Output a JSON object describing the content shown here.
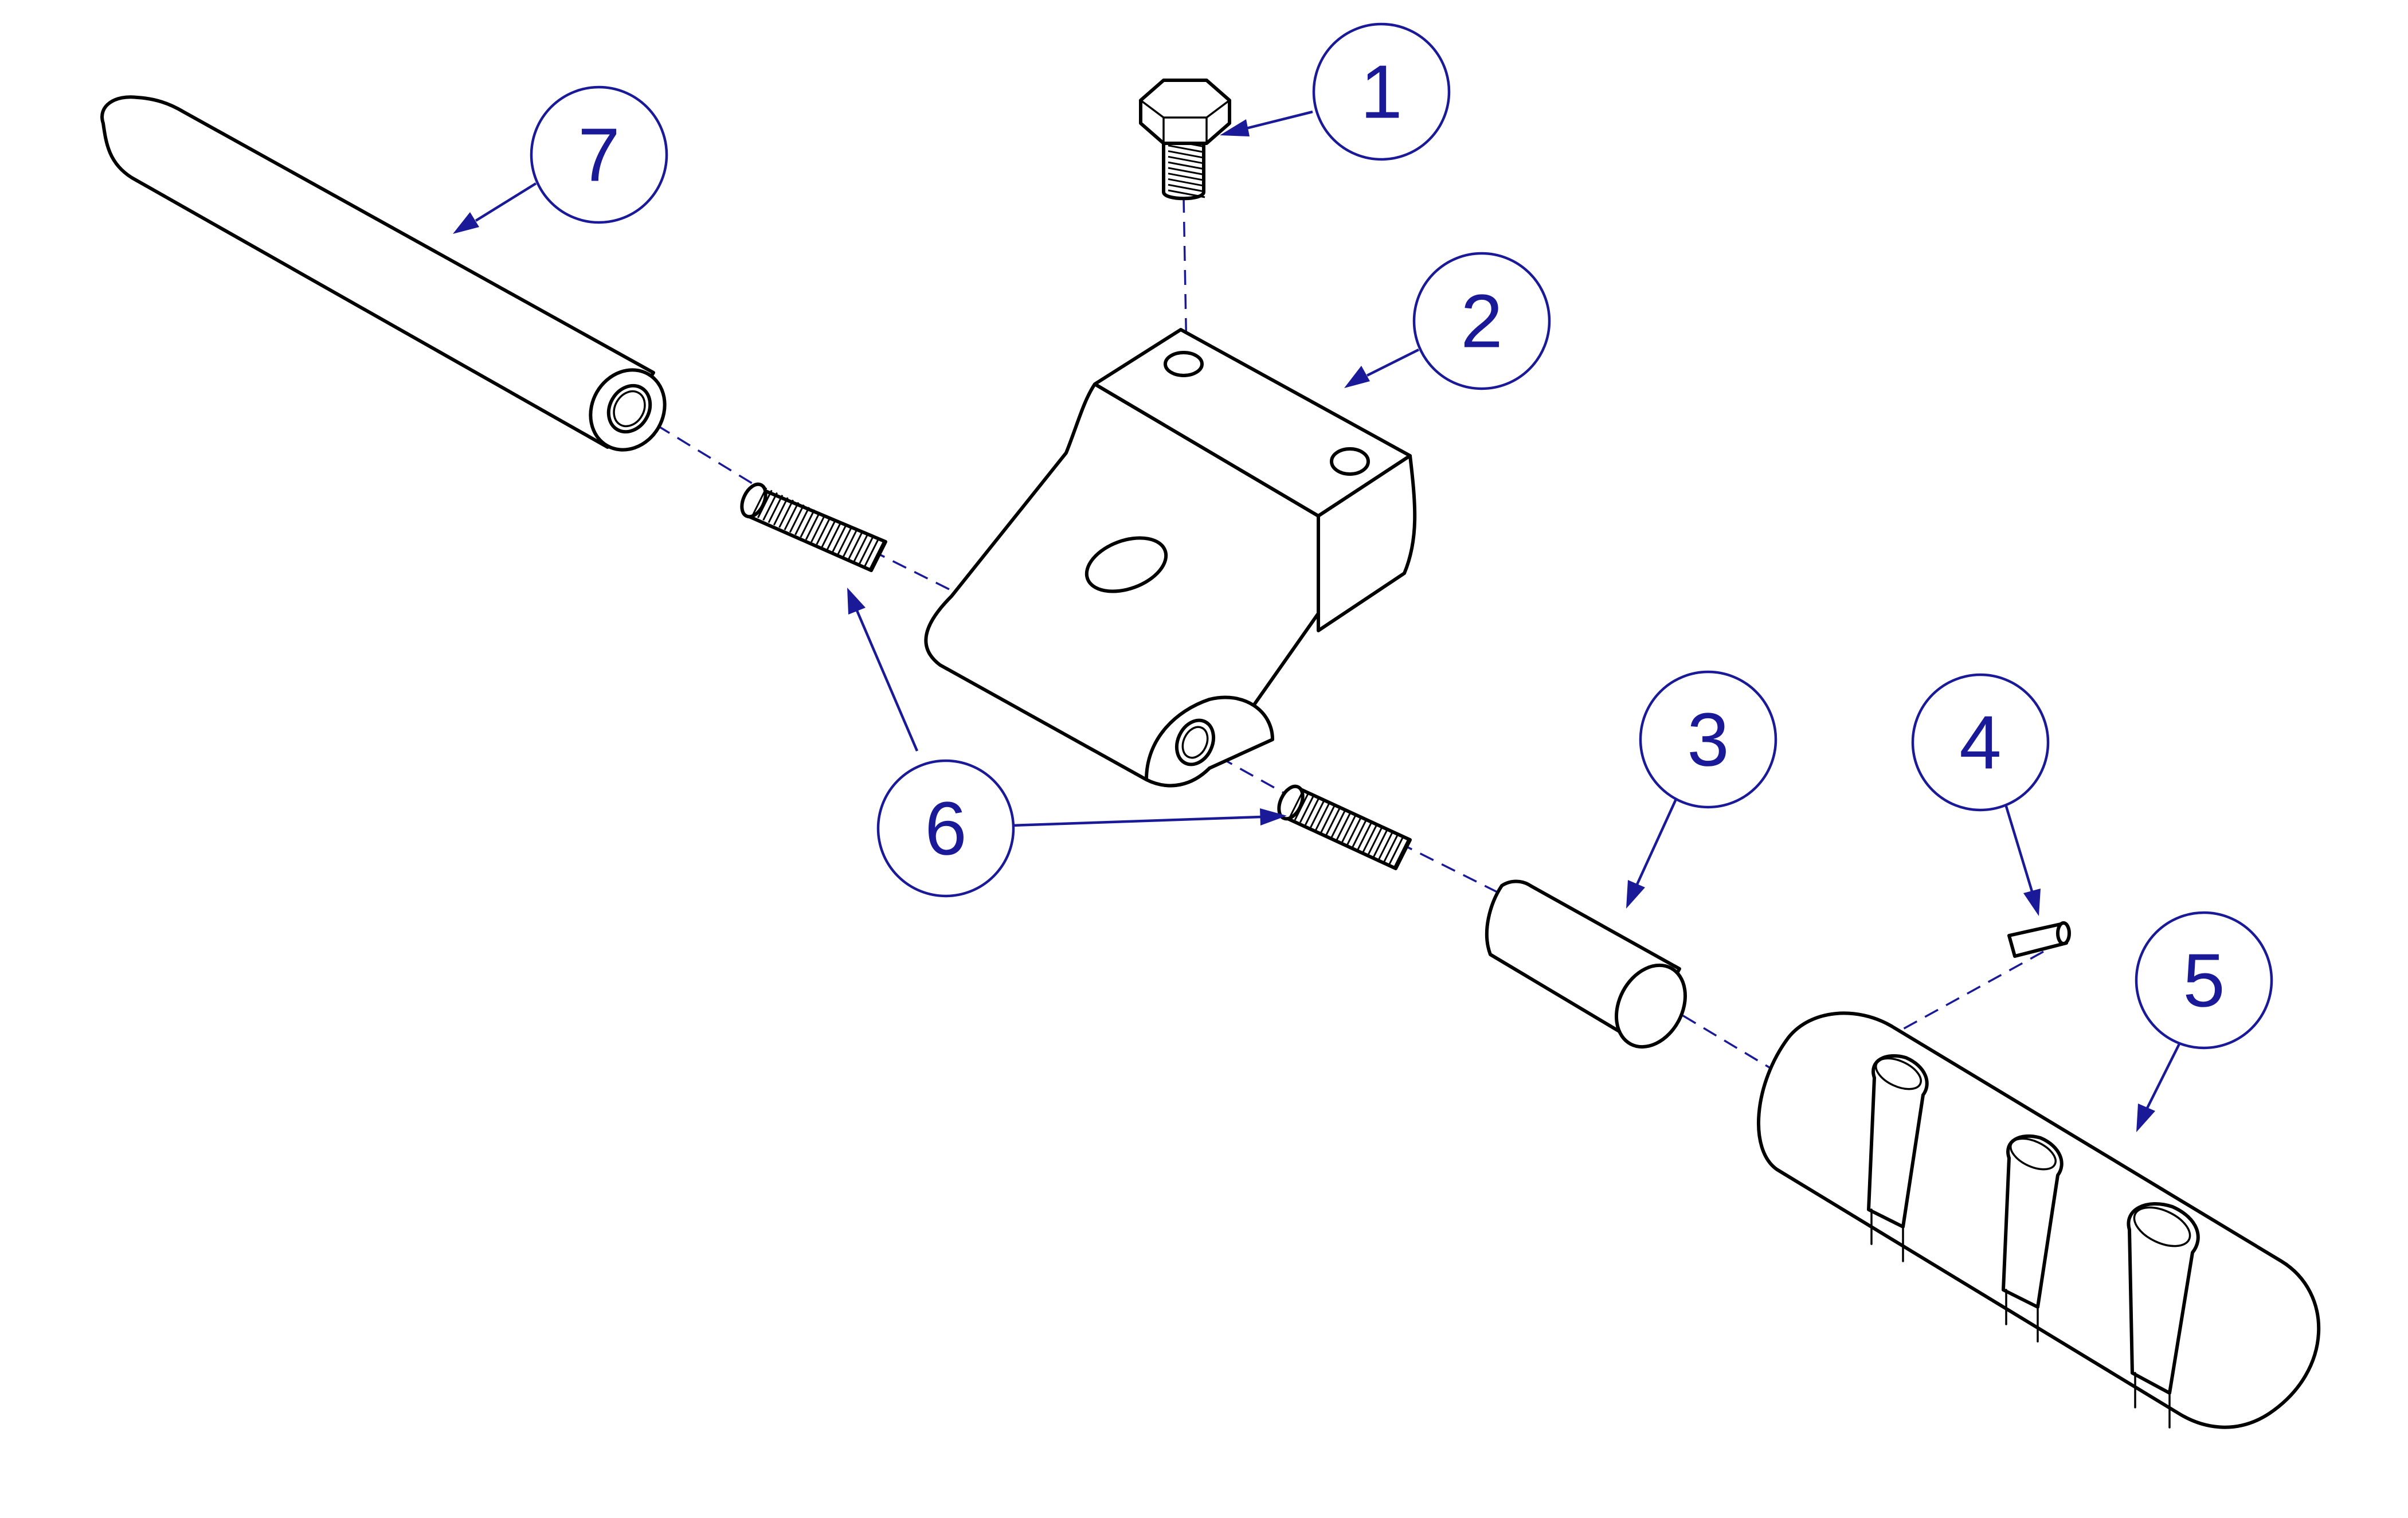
{
  "diagram": {
    "accent_color": "#1a1a99",
    "line_color": "#000000",
    "callouts": [
      {
        "label": "1"
      },
      {
        "label": "2"
      },
      {
        "label": "3"
      },
      {
        "label": "4"
      },
      {
        "label": "5"
      },
      {
        "label": "6"
      },
      {
        "label": "7"
      }
    ]
  }
}
